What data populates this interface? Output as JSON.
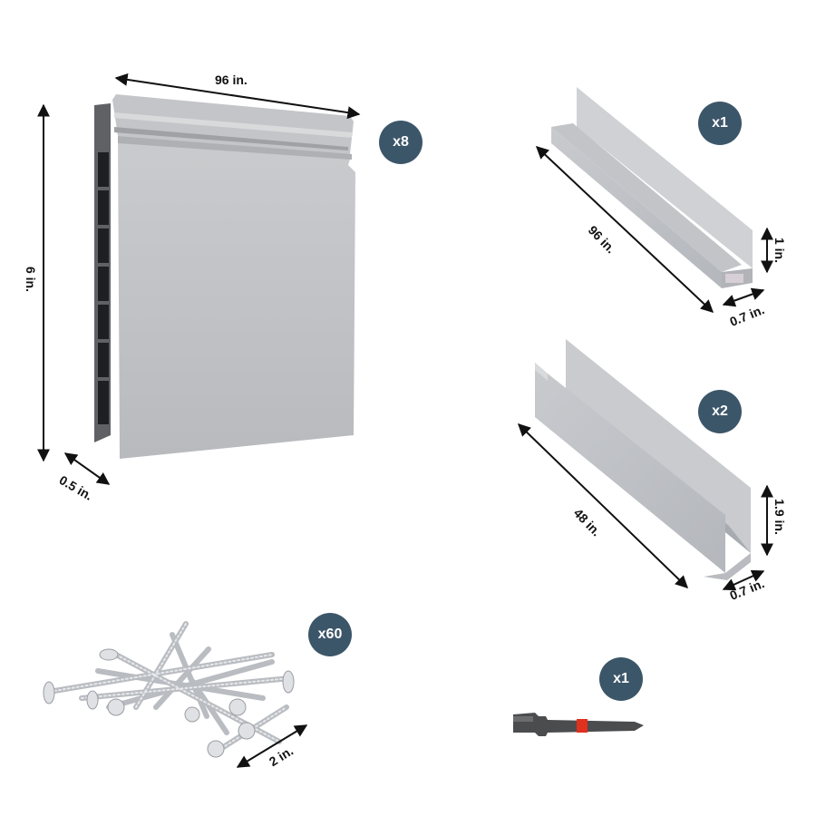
{
  "colors": {
    "badge": "#3c5669",
    "pvc": "#c4c6ca",
    "pvc_dark": "#a9abb0",
    "pvc_shadow": "#5a5c60",
    "screw": "#c9ccd0",
    "bit_body": "#4a4b4c",
    "bit_band": "#e0301e"
  },
  "items": [
    {
      "name": "panel",
      "quantity": "x8",
      "dimensions": {
        "length": "96 in.",
        "height": "6 in.",
        "thickness": "0.5 in."
      }
    },
    {
      "name": "starter-channel",
      "quantity": "x1",
      "dimensions": {
        "length": "96 in.",
        "height": "1 in.",
        "width": "0.7 in."
      }
    },
    {
      "name": "u-channel",
      "quantity": "x2",
      "dimensions": {
        "length": "48 in.",
        "height": "1.9 in.",
        "width": "0.7 in."
      }
    },
    {
      "name": "screws",
      "quantity": "x60",
      "dimensions": {
        "length": "2 in."
      }
    },
    {
      "name": "driver-bit",
      "quantity": "x1"
    }
  ]
}
